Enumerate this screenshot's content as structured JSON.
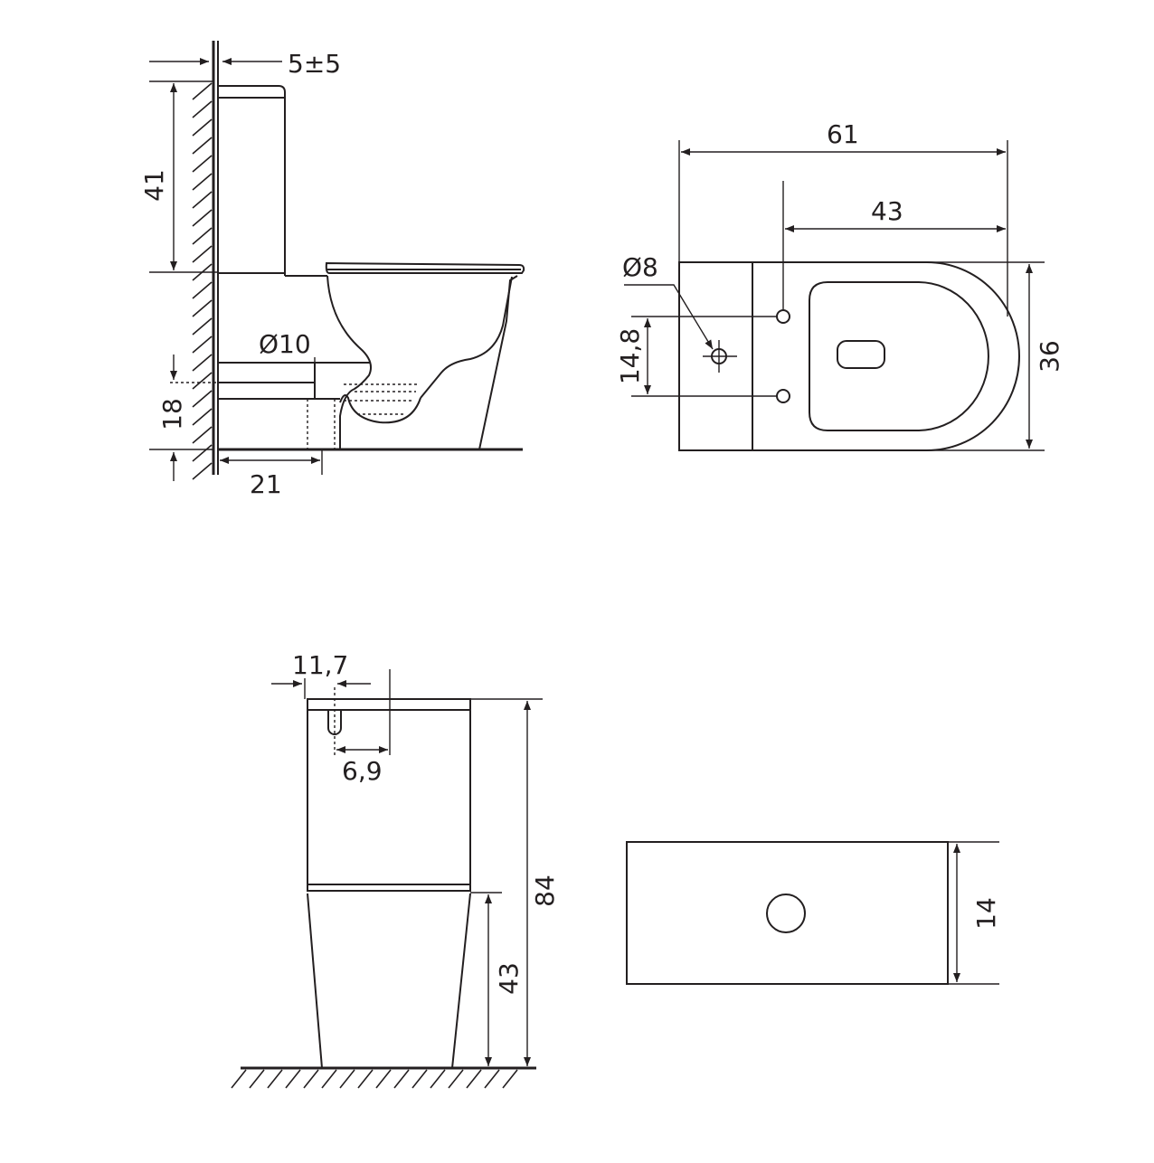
{
  "side_view": {
    "wall_gap": "5±5",
    "tank_height": "41",
    "outlet_diameter": "Ø10",
    "outlet_height": "18",
    "outlet_distance": "21"
  },
  "top_view": {
    "total_length": "61",
    "hole_to_front": "43",
    "hole_diameter": "Ø8",
    "hole_spacing": "14,8",
    "width": "36"
  },
  "front_view": {
    "hole_offset": "11,7",
    "hole_depth": "6,9",
    "total_height": "84",
    "seat_height": "43"
  },
  "tank_top_view": {
    "tank_depth": "14"
  }
}
